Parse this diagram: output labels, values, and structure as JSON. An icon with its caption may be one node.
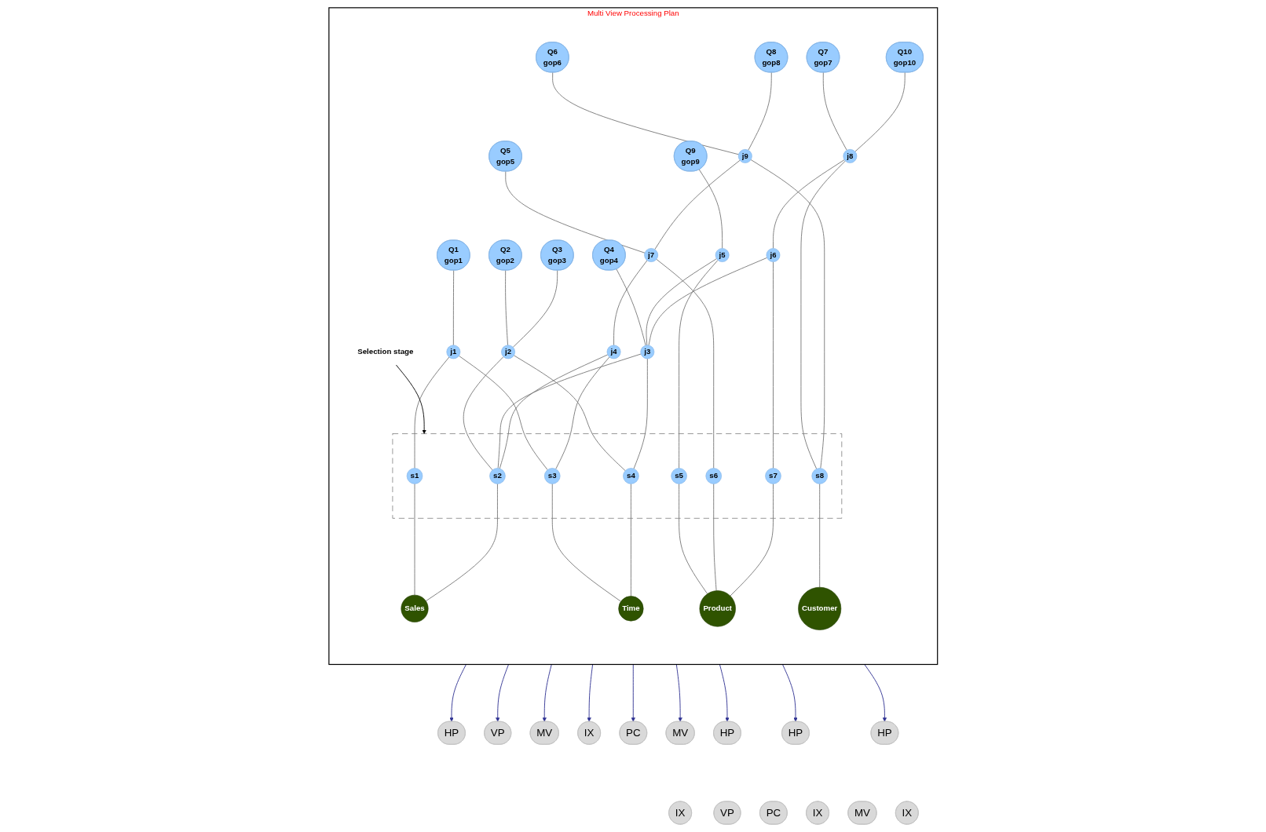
{
  "diagram": {
    "nodes": [
      {
        "text": [
          "Multi View Processing Plan"
        ]
      },
      {
        "text": [
          "Q7",
          "gop7"
        ],
        "in": 0
      },
      {
        "text": [
          "Q10",
          "gop10"
        ],
        "in": 0
      },
      {
        "text": [
          "Q6",
          "gop6"
        ],
        "in": 0
      },
      {
        "text": [
          "Q8",
          "gop8"
        ],
        "in": 0
      },
      {
        "text": [
          "Q9",
          "gop9"
        ],
        "in": 0
      },
      {
        "text": [
          "j8"
        ],
        "in": 0
      },
      {
        "text": [
          "j9"
        ],
        "in": 0
      },
      {
        "text": [
          "Q5",
          "gop5"
        ],
        "in": 0
      },
      {
        "text": [
          "Q1",
          "gop1"
        ],
        "in": 0
      },
      {
        "text": [
          "Q2",
          "gop2"
        ],
        "in": 0
      },
      {
        "text": [
          "Q3",
          "gop3"
        ],
        "in": 0
      },
      {
        "text": [
          "Q4",
          "gop4"
        ],
        "in": 0
      },
      {
        "text": [
          "j5"
        ],
        "in": 0
      },
      {
        "text": [
          "j6"
        ],
        "in": 0
      },
      {
        "text": [
          "j7"
        ],
        "in": 0
      },
      {
        "text": [
          "j1"
        ],
        "in": 0
      },
      {
        "text": [
          "j2"
        ],
        "in": 0
      },
      {
        "text": [
          "j3"
        ],
        "in": 0
      },
      {
        "text": [
          "j4"
        ],
        "in": 0
      },
      {
        "text": [
          "Selection stage"
        ],
        "in": 0
      },
      {
        "text": [],
        "shape": "box",
        "in": 0
      },
      {
        "text": [
          "s1"
        ],
        "in": 21
      },
      {
        "text": [
          "s2"
        ],
        "in": 21
      },
      {
        "text": [
          "s3"
        ],
        "in": 21
      },
      {
        "text": [
          "s4"
        ],
        "in": 21
      },
      {
        "text": [
          "s5"
        ],
        "in": 21
      },
      {
        "text": [
          "s6"
        ],
        "in": 21
      },
      {
        "text": [
          "s7"
        ],
        "in": 21
      },
      {
        "text": [
          "s8"
        ],
        "in": 21
      },
      {
        "text": [
          "Sales"
        ],
        "in": 0
      },
      {
        "text": [
          "Time"
        ],
        "in": 0
      },
      {
        "text": [
          "Product"
        ],
        "in": 0
      },
      {
        "text": [
          "Customer"
        ],
        "in": 0
      },
      {
        "text": [
          "HP"
        ]
      },
      {
        "text": [
          "VP"
        ]
      },
      {
        "text": [
          "MV"
        ]
      },
      {
        "text": [
          "IX"
        ]
      },
      {
        "text": [
          "PC"
        ]
      },
      {
        "text": [
          "MV"
        ]
      },
      {
        "text": [
          "IX"
        ]
      },
      {
        "text": [
          "HP"
        ]
      },
      {
        "text": [
          "VP"
        ]
      },
      {
        "text": [
          "HP"
        ]
      },
      {
        "text": [
          "PC"
        ]
      },
      {
        "text": [
          "IX"
        ]
      },
      {
        "text": [
          "HP"
        ]
      },
      {
        "text": [
          "MV"
        ]
      },
      {
        "text": [
          "IX"
        ]
      }
    ],
    "edges": [
      {
        "from": 9,
        "to": 16,
        "arrow": "none"
      },
      {
        "from": 10,
        "to": 17,
        "arrow": "none"
      },
      {
        "from": 11,
        "to": 17,
        "arrow": "none"
      },
      {
        "from": 5,
        "to": 13,
        "arrow": "none"
      },
      {
        "from": 12,
        "to": 18,
        "arrow": "none"
      },
      {
        "from": 13,
        "to": 18,
        "arrow": "none"
      },
      {
        "from": 13,
        "to": 26,
        "arrow": "none"
      },
      {
        "from": 8,
        "to": 15,
        "arrow": "none"
      },
      {
        "from": 1,
        "to": 6,
        "arrow": "none"
      },
      {
        "from": 2,
        "to": 6,
        "arrow": "none"
      },
      {
        "from": 3,
        "to": 7,
        "arrow": "none"
      },
      {
        "from": 4,
        "to": 7,
        "arrow": "none"
      },
      {
        "from": 6,
        "to": 14,
        "arrow": "none"
      },
      {
        "from": 6,
        "to": 29,
        "arrow": "none"
      },
      {
        "from": 7,
        "to": 15,
        "arrow": "none"
      },
      {
        "from": 7,
        "to": 29,
        "arrow": "none"
      },
      {
        "from": 14,
        "to": 18,
        "arrow": "none"
      },
      {
        "from": 14,
        "to": 28,
        "arrow": "none"
      },
      {
        "from": 15,
        "to": 19,
        "arrow": "none"
      },
      {
        "from": 15,
        "to": 27,
        "arrow": "none"
      },
      {
        "from": 16,
        "to": 22,
        "arrow": "none"
      },
      {
        "from": 16,
        "to": 24,
        "arrow": "none"
      },
      {
        "from": 17,
        "to": 23,
        "arrow": "none"
      },
      {
        "from": 17,
        "to": 25,
        "arrow": "none"
      },
      {
        "from": 18,
        "to": 23,
        "arrow": "none"
      },
      {
        "from": 18,
        "to": 25,
        "arrow": "none"
      },
      {
        "from": 19,
        "to": 23,
        "arrow": "none"
      },
      {
        "from": 19,
        "to": 24,
        "arrow": "none"
      },
      {
        "from": 22,
        "to": 30,
        "arrow": "none"
      },
      {
        "from": 23,
        "to": 30,
        "arrow": "none"
      },
      {
        "from": 24,
        "to": 31,
        "arrow": "none"
      },
      {
        "from": 25,
        "to": 31,
        "arrow": "none"
      },
      {
        "from": 26,
        "to": 32,
        "arrow": "none"
      },
      {
        "from": 27,
        "to": 32,
        "arrow": "none"
      },
      {
        "from": 28,
        "to": 32,
        "arrow": "none"
      },
      {
        "from": 29,
        "to": 33,
        "arrow": "none"
      },
      {
        "from": 20,
        "to": 21,
        "arrow": "to",
        "color": "#000000"
      },
      {
        "from": 0,
        "to": 34,
        "arrow": "to",
        "color": "#2e3192"
      },
      {
        "from": 0,
        "to": 35,
        "arrow": "to",
        "color": "#2e3192"
      },
      {
        "from": 0,
        "to": 36,
        "arrow": "to",
        "color": "#2e3192"
      },
      {
        "from": 0,
        "to": 37,
        "arrow": "to",
        "color": "#2e3192"
      },
      {
        "from": 0,
        "to": 38,
        "arrow": "to",
        "color": "#2e3192"
      },
      {
        "from": 0,
        "to": 39,
        "arrow": "to",
        "color": "#2e3192"
      },
      {
        "from": 0,
        "to": 41,
        "arrow": "to",
        "color": "#2e3192"
      },
      {
        "from": 0,
        "to": 43,
        "arrow": "to",
        "color": "#2e3192"
      },
      {
        "from": 0,
        "to": 46,
        "arrow": "to",
        "color": "#2e3192"
      }
    ]
  }
}
